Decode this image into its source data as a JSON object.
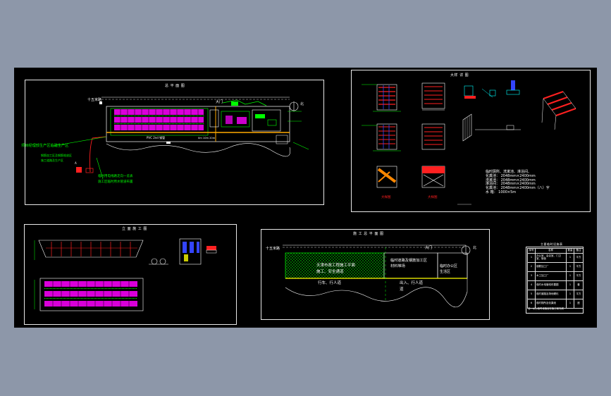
{
  "drawings": {
    "site_plan": {
      "title": "总 平 面 图",
      "road_label": "十五米路",
      "north": "北",
      "note_1": "项目经理部生产区临建生产区",
      "note_2": "钢筋加工区及钢筋堆放区",
      "note_3": "施工道路及生产区",
      "legend_1": "临时用电线路走向一览表",
      "legend_2": "施工区临时用水管道布置",
      "label_plan": "PVC 2nd 钢管",
      "label_dim": "0m 10m 20m",
      "gate": "大门",
      "mark": "A"
    },
    "detail": {
      "title": "大样 详 图",
      "notes": [
        "临时厕所、洗漱池、淋浴间、",
        "化粪池：  2048mm×2400mm",
        "洗漱池：  2048mm×2400mm",
        "淋浴间：  2048mm×2400mm",
        "化粪池：  2048mm×2400mm（八）字",
        "水  箱：  1000×5m"
      ],
      "caption_1": "大样图",
      "caption_2": "大样图"
    },
    "elevation": {
      "title": "立 面 施 工 图"
    },
    "layout": {
      "title": "施 工 总 平 面 图",
      "road_label": "十五米路",
      "north": "北",
      "gate": "大门",
      "zone_1": "天津市政工程施工平面",
      "zone_1b": "施工、安全通道",
      "zone_2": "临时道路及钢筋加工区",
      "zone_2b": "材料堆场",
      "zone_3": "临时办公区",
      "zone_3b": "生活区",
      "lane_1": "行车、行人道",
      "lane_2": "出入、行人道",
      "lane_2b": "道"
    },
    "table": {
      "title": "主要临时设施表",
      "header": [
        "序号",
        "名称",
        "数量",
        "备注"
      ],
      "rows": [
        [
          "1",
          "办公室、会议室、门卫室、宿舍",
          "1",
          "平方"
        ],
        [
          "2",
          "钢筋加工厂",
          "1",
          "平方"
        ],
        [
          "3",
          "木工加工厂",
          "1",
          "平方"
        ],
        [
          "4",
          "临时水电管线布置图",
          "1",
          "套"
        ],
        [
          "5",
          "临时道路及场地硬化",
          "1",
          "平方"
        ],
        [
          "6",
          "临时厕所及化粪池",
          "1",
          "座"
        ]
      ],
      "footer": "注：以上临时设施应在施工前完成"
    }
  },
  "colors": {
    "background": "#8d97a9",
    "canvas": "#000000",
    "frame": "#e8e8e8",
    "green": "#00ff00",
    "magenta": "#ff00ff",
    "red": "#ff2020",
    "yellow": "#ffff00",
    "orange": "#ff8800",
    "cyan": "#00ffff",
    "white": "#ffffff",
    "blue": "#3344ff"
  }
}
